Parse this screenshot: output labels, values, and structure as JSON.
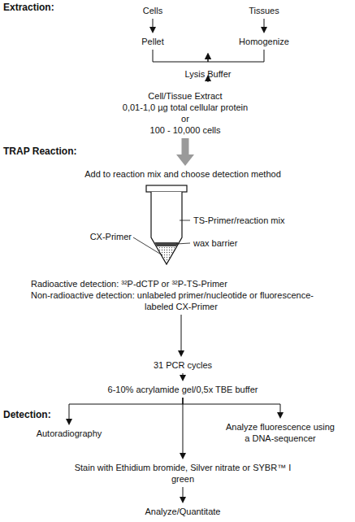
{
  "diagram": {
    "nodes": [
      {
        "text": [
          "Cells"
        ]
      },
      {
        "text": [
          "Tissues"
        ]
      },
      {
        "text": [
          "Pellet"
        ]
      },
      {
        "text": [
          "Homogenize"
        ]
      },
      {
        "text": [
          "Lysis Buffer"
        ]
      },
      {
        "text": [
          "Cell/Tissue Extract",
          "0,01-1,0 µg total cellular protein",
          "or",
          "100 - 10,000 cells"
        ]
      },
      {
        "text": [
          "Add to reaction mix and choose detection method"
        ]
      },
      {
        "text": [
          "Radioactive detection: ³²P-dCTP or ³²P-TS-Primer",
          "Non-radioactive detection: unlabeled primer/nucleotide or fluorescence-labeled CX-Primer"
        ]
      },
      {
        "text": [
          "31 PCR cycles"
        ]
      },
      {
        "text": [
          "6-10% acrylamide gel/0,5x TBE buffer"
        ]
      },
      {
        "text": [
          "Autoradiography"
        ]
      },
      {
        "text": [
          "Analyze fluorescence using a DNA-sequencer"
        ]
      },
      {
        "text": [
          "Stain with Ethidium bromide, Silver nitrate or SYBR™ I green"
        ]
      },
      {
        "text": [
          "Analyze/Quantitate"
        ]
      }
    ],
    "edges": [
      {
        "from": 0,
        "to": 2,
        "arrow": "to"
      },
      {
        "from": 1,
        "to": 3,
        "arrow": "to"
      },
      {
        "from": 2,
        "to": 4,
        "arrow": "to"
      },
      {
        "from": 3,
        "to": 4,
        "arrow": "to"
      },
      {
        "from": 4,
        "to": 5,
        "arrow": "to"
      },
      {
        "from": 5,
        "to": 6,
        "arrow": "to"
      },
      {
        "from": 7,
        "to": 8,
        "arrow": "to"
      },
      {
        "from": 8,
        "to": 9,
        "arrow": "to"
      },
      {
        "from": 9,
        "to": 10,
        "arrow": "to"
      },
      {
        "from": 9,
        "to": 11,
        "arrow": "to"
      },
      {
        "from": 9,
        "to": 12,
        "arrow": "to"
      },
      {
        "from": 12,
        "to": 13,
        "arrow": "to"
      }
    ],
    "labels": [
      "Extraction:",
      "TRAP Reaction:",
      "Detection:",
      "TS-Primer/reaction mix",
      "CX-Primer",
      "wax barrier"
    ]
  }
}
